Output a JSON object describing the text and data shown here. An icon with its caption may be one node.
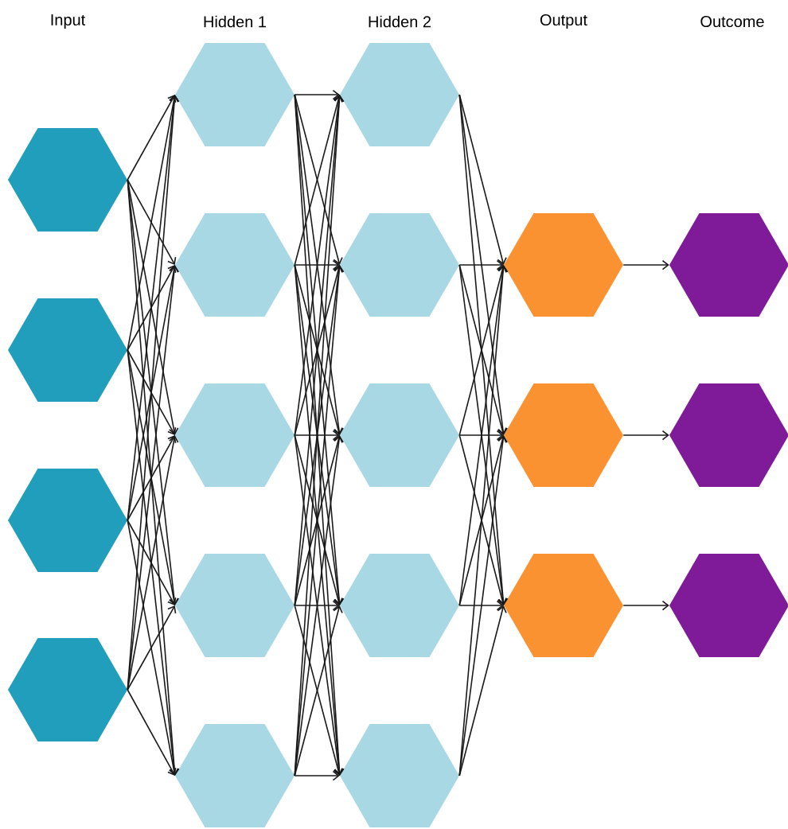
{
  "diagram": {
    "nodes": [
      {
        "text": [],
        "shape": "hexagon"
      },
      {
        "text": [],
        "shape": "hexagon"
      },
      {
        "text": [],
        "shape": "hexagon"
      },
      {
        "text": [],
        "shape": "hexagon"
      },
      {
        "text": [],
        "shape": "hexagon"
      },
      {
        "text": [],
        "shape": "hexagon"
      },
      {
        "text": [],
        "shape": "hexagon"
      },
      {
        "text": [],
        "shape": "hexagon"
      },
      {
        "text": [],
        "shape": "hexagon"
      },
      {
        "text": [],
        "shape": "hexagon"
      },
      {
        "text": [],
        "shape": "hexagon"
      },
      {
        "text": [],
        "shape": "hexagon"
      },
      {
        "text": [],
        "shape": "hexagon"
      },
      {
        "text": [],
        "shape": "hexagon"
      },
      {
        "text": [],
        "shape": "hexagon"
      },
      {
        "text": [],
        "shape": "hexagon"
      },
      {
        "text": [],
        "shape": "hexagon"
      },
      {
        "text": [],
        "shape": "hexagon"
      },
      {
        "text": [],
        "shape": "hexagon"
      },
      {
        "text": [],
        "shape": "hexagon"
      }
    ],
    "edges": [
      {
        "from": 0,
        "to": 4,
        "arrow": "to"
      },
      {
        "from": 0,
        "to": 5,
        "arrow": "to"
      },
      {
        "from": 0,
        "to": 6,
        "arrow": "to"
      },
      {
        "from": 0,
        "to": 7,
        "arrow": "to"
      },
      {
        "from": 0,
        "to": 8,
        "arrow": "to"
      },
      {
        "from": 1,
        "to": 4,
        "arrow": "to"
      },
      {
        "from": 1,
        "to": 5,
        "arrow": "to"
      },
      {
        "from": 1,
        "to": 6,
        "arrow": "to"
      },
      {
        "from": 1,
        "to": 7,
        "arrow": "to"
      },
      {
        "from": 1,
        "to": 8,
        "arrow": "to"
      },
      {
        "from": 2,
        "to": 4,
        "arrow": "to"
      },
      {
        "from": 2,
        "to": 5,
        "arrow": "to"
      },
      {
        "from": 2,
        "to": 6,
        "arrow": "to"
      },
      {
        "from": 2,
        "to": 7,
        "arrow": "to"
      },
      {
        "from": 2,
        "to": 8,
        "arrow": "to"
      },
      {
        "from": 3,
        "to": 4,
        "arrow": "to"
      },
      {
        "from": 3,
        "to": 5,
        "arrow": "to"
      },
      {
        "from": 3,
        "to": 6,
        "arrow": "to"
      },
      {
        "from": 3,
        "to": 7,
        "arrow": "to"
      },
      {
        "from": 3,
        "to": 8,
        "arrow": "to"
      },
      {
        "from": 4,
        "to": 9,
        "arrow": "to"
      },
      {
        "from": 4,
        "to": 10,
        "arrow": "to"
      },
      {
        "from": 4,
        "to": 11,
        "arrow": "to"
      },
      {
        "from": 4,
        "to": 12,
        "arrow": "to"
      },
      {
        "from": 4,
        "to": 13,
        "arrow": "to"
      },
      {
        "from": 5,
        "to": 9,
        "arrow": "to"
      },
      {
        "from": 5,
        "to": 10,
        "arrow": "to"
      },
      {
        "from": 5,
        "to": 11,
        "arrow": "to"
      },
      {
        "from": 5,
        "to": 12,
        "arrow": "to"
      },
      {
        "from": 5,
        "to": 13,
        "arrow": "to"
      },
      {
        "from": 6,
        "to": 9,
        "arrow": "to"
      },
      {
        "from": 6,
        "to": 10,
        "arrow": "to"
      },
      {
        "from": 6,
        "to": 11,
        "arrow": "to"
      },
      {
        "from": 6,
        "to": 12,
        "arrow": "to"
      },
      {
        "from": 6,
        "to": 13,
        "arrow": "to"
      },
      {
        "from": 7,
        "to": 9,
        "arrow": "to"
      },
      {
        "from": 7,
        "to": 10,
        "arrow": "to"
      },
      {
        "from": 7,
        "to": 11,
        "arrow": "to"
      },
      {
        "from": 7,
        "to": 12,
        "arrow": "to"
      },
      {
        "from": 7,
        "to": 13,
        "arrow": "to"
      },
      {
        "from": 8,
        "to": 9,
        "arrow": "to"
      },
      {
        "from": 8,
        "to": 10,
        "arrow": "to"
      },
      {
        "from": 8,
        "to": 11,
        "arrow": "to"
      },
      {
        "from": 8,
        "to": 12,
        "arrow": "to"
      },
      {
        "from": 8,
        "to": 13,
        "arrow": "to"
      },
      {
        "from": 9,
        "to": 14,
        "arrow": "to"
      },
      {
        "from": 9,
        "to": 15,
        "arrow": "to"
      },
      {
        "from": 9,
        "to": 16,
        "arrow": "to"
      },
      {
        "from": 10,
        "to": 14,
        "arrow": "to"
      },
      {
        "from": 10,
        "to": 15,
        "arrow": "to"
      },
      {
        "from": 10,
        "to": 16,
        "arrow": "to"
      },
      {
        "from": 11,
        "to": 14,
        "arrow": "to"
      },
      {
        "from": 11,
        "to": 15,
        "arrow": "to"
      },
      {
        "from": 11,
        "to": 16,
        "arrow": "to"
      },
      {
        "from": 12,
        "to": 14,
        "arrow": "to"
      },
      {
        "from": 12,
        "to": 15,
        "arrow": "to"
      },
      {
        "from": 12,
        "to": 16,
        "arrow": "to"
      },
      {
        "from": 13,
        "to": 14,
        "arrow": "to"
      },
      {
        "from": 13,
        "to": 15,
        "arrow": "to"
      },
      {
        "from": 13,
        "to": 16,
        "arrow": "to"
      },
      {
        "from": 14,
        "to": 17,
        "arrow": "to"
      },
      {
        "from": 15,
        "to": 18,
        "arrow": "to"
      },
      {
        "from": 16,
        "to": 19,
        "arrow": "to"
      }
    ],
    "labels": [
      "Input",
      "Hidden 1",
      "Hidden 2",
      "Output",
      "Outcome"
    ]
  }
}
